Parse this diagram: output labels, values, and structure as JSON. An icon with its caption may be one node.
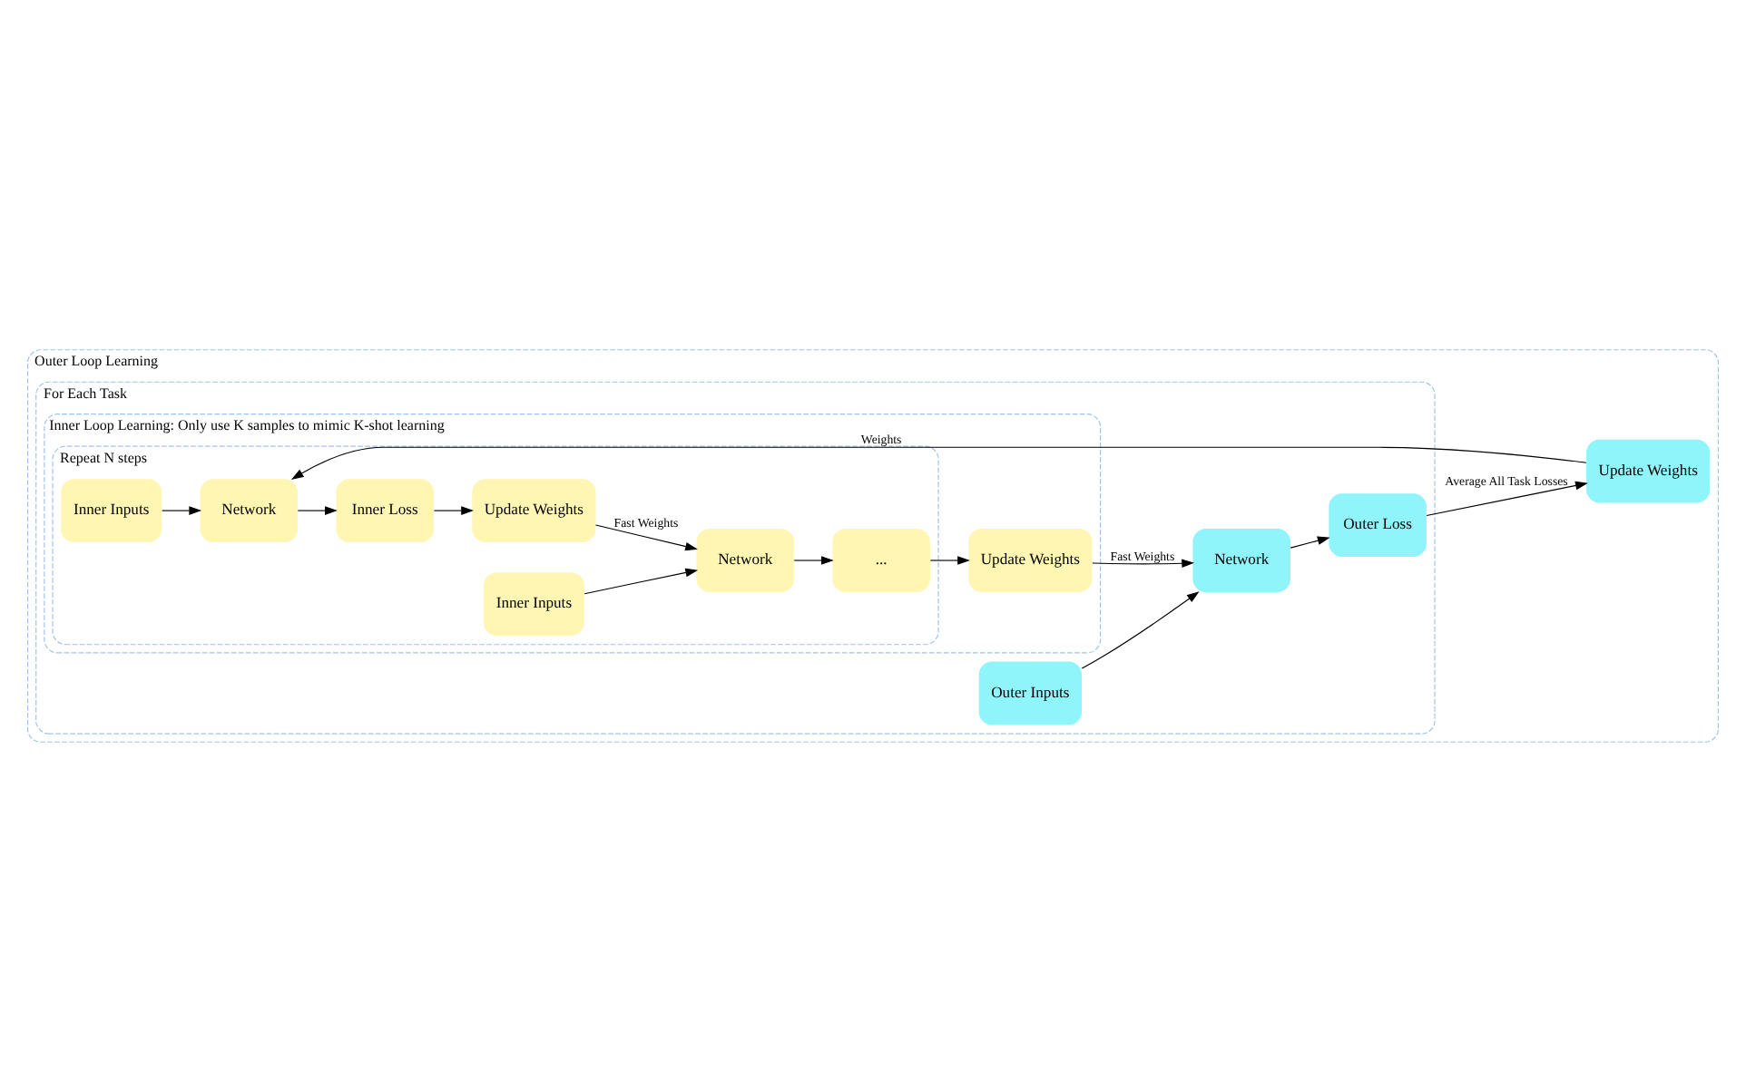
{
  "diagram": {
    "nodes": [
      {
        "text": [
          "Outer Loop Learning"
        ]
      },
      {
        "text": [
          "For Each Task"
        ],
        "in": 0
      },
      {
        "text": [
          "Inner Loop Learning: Only use K samples to mimic K-shot learning"
        ],
        "in": 1
      },
      {
        "text": [
          "Repeat N steps"
        ],
        "in": 2
      },
      {
        "text": [
          "Inner Inputs"
        ],
        "in": 3
      },
      {
        "text": [
          "Network"
        ],
        "in": 3
      },
      {
        "text": [
          "Inner Loss"
        ],
        "in": 3
      },
      {
        "text": [
          "Update Weights"
        ],
        "in": 3
      },
      {
        "text": [
          "Inner Inputs"
        ],
        "in": 3
      },
      {
        "text": [
          "Network"
        ],
        "in": 3
      },
      {
        "text": [
          "..."
        ],
        "in": 3
      },
      {
        "text": [
          "Update Weights"
        ],
        "in": 2
      },
      {
        "text": [
          "Outer Loss"
        ],
        "in": 1
      },
      {
        "text": [
          "Network"
        ],
        "in": 1
      },
      {
        "text": [
          "Outer Inputs"
        ],
        "in": 1
      },
      {
        "text": [
          "Update Weights"
        ],
        "in": 0
      }
    ],
    "edges": [
      {
        "from": 4,
        "to": 5,
        "arrow": "to"
      },
      {
        "from": 5,
        "to": 6,
        "arrow": "to"
      },
      {
        "from": 6,
        "to": 7,
        "arrow": "to"
      },
      {
        "from": 7,
        "to": 9,
        "arrow": "to",
        "label": "Fast Weights"
      },
      {
        "from": 8,
        "to": 9,
        "arrow": "to"
      },
      {
        "from": 9,
        "to": 10,
        "arrow": "to"
      },
      {
        "from": 10,
        "to": 11,
        "arrow": "to"
      },
      {
        "from": 11,
        "to": 13,
        "arrow": "to",
        "label": "Fast Weights"
      },
      {
        "from": 14,
        "to": 13,
        "arrow": "to"
      },
      {
        "from": 13,
        "to": 12,
        "arrow": "to"
      },
      {
        "from": 12,
        "to": 15,
        "arrow": "to",
        "label": "Average All Task Losses"
      },
      {
        "from": 15,
        "to": 5,
        "arrow": "to",
        "label": "Weights"
      }
    ]
  }
}
